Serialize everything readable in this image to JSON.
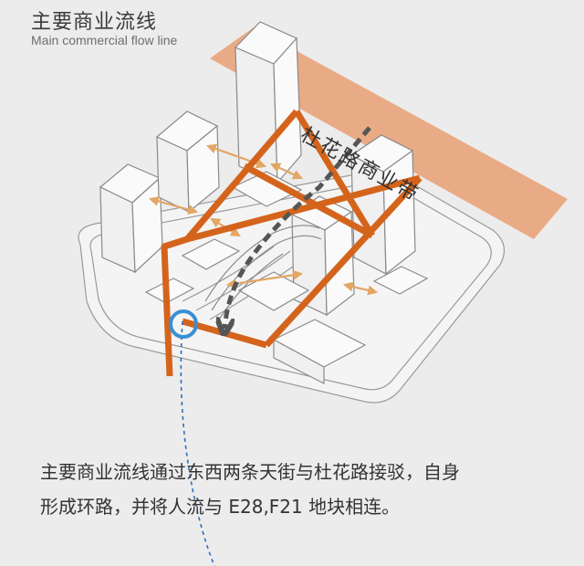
{
  "header": {
    "title_zh": "主要商业流线",
    "title_en": "Main commercial flow line"
  },
  "band": {
    "label": "杜花路商业带"
  },
  "description": "主要商业流线通过东西两条天街与杜花路接驳，自身形成环路，并将人流与 E28,F21 地块相连。",
  "colors": {
    "background": "#ececec",
    "main_flow": "#d4641c",
    "band": "#e9a47a",
    "secondary_arrow": "#e3a664",
    "dashed_flow": "#555555",
    "highlight_circle": "#3a8fd4",
    "dotted_path": "#2a6fc0"
  },
  "icons": {
    "node_marker": "circle-marker-icon"
  }
}
